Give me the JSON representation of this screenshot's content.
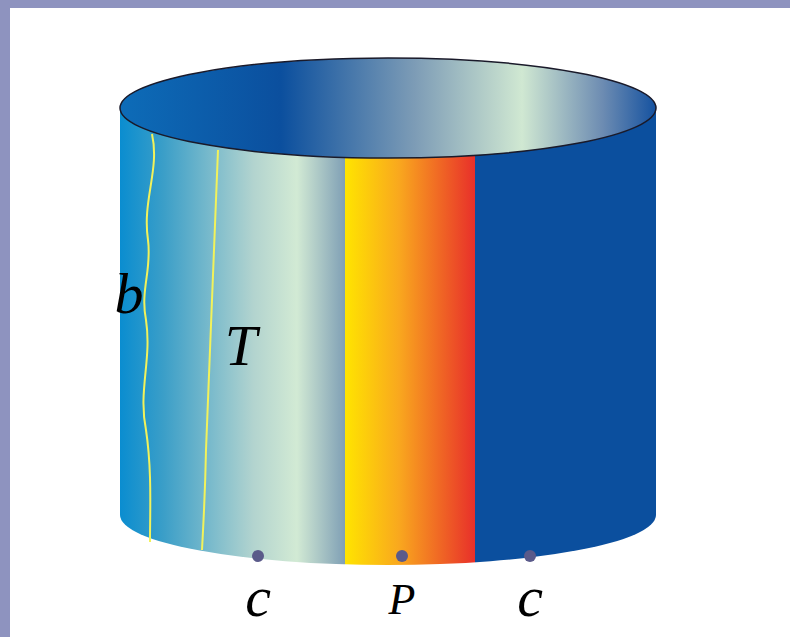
{
  "diagram": {
    "labels": [
      "b",
      "T",
      "c",
      "P",
      "c"
    ]
  }
}
